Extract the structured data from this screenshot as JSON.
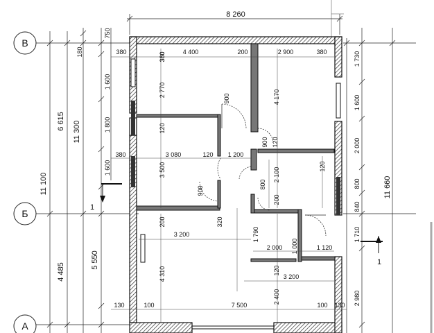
{
  "axes": {
    "top": "В",
    "middle": "Б",
    "bottom": "А"
  },
  "section_marks": {
    "left": "1",
    "right": "1"
  },
  "dims_top": {
    "overall": "8 260"
  },
  "dims_left_outer": {
    "v1": "11 100",
    "v2": "11 300"
  },
  "dims_left_mid": {
    "v1": "6 615",
    "v2": "4 485",
    "v3": "5 550"
  },
  "dims_left_inner": {
    "a": "750",
    "b": "180",
    "c": "1 600",
    "d": "1 800",
    "e": "1 600"
  },
  "dims_right": {
    "a": "1 730",
    "b": "1 600",
    "c": "2 000",
    "d": "800",
    "e": "840",
    "f": "1 710",
    "g": "2 980",
    "overall": "11 660"
  },
  "dims_row1": {
    "a": "380",
    "b": "4 400",
    "c": "200",
    "d": "2 900",
    "e": "380",
    "f": "380"
  },
  "dims_row2": {
    "a": "380",
    "b": "3 080",
    "c": "120",
    "d": "1 200",
    "e": "120"
  },
  "dims_row3": {
    "a": "3 200"
  },
  "dims_row4": {
    "a": "2 000",
    "b": "1 120"
  },
  "dims_row5": {
    "a": "3 200"
  },
  "dims_row6": {
    "a": "130",
    "b": "100",
    "c": "7 500",
    "d": "100",
    "e": "130"
  },
  "dims_vertical_inner": {
    "a": "2 770",
    "b": "120",
    "c": "3 500",
    "d": "4 170",
    "e": "120",
    "f": "2 100",
    "g": "200",
    "h": "200",
    "i": "320",
    "j": "4 310",
    "k": "1 790",
    "l": "120",
    "m": "2 400",
    "n": "380"
  },
  "door_dims": {
    "a": "900",
    "b": "900",
    "c": "900",
    "d": "800",
    "e": "1 000"
  }
}
